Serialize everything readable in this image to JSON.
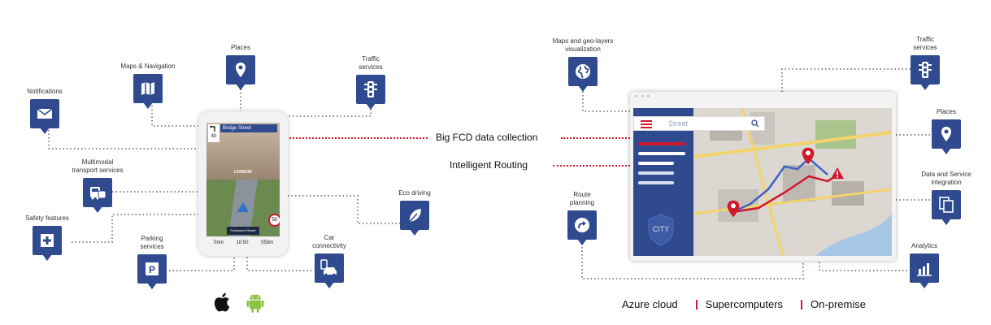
{
  "left_nodes": {
    "notifications": "Notifications",
    "maps_navigation": "Maps & Navigation",
    "places": "Places",
    "traffic": "Traffic\nservices",
    "multimodal": "Multimodal\ntransport services",
    "safety": "Safety features",
    "parking": "Parking\nservices",
    "car": "Car\nconnectivity",
    "eco": "Eco driving"
  },
  "phone": {
    "street": "Bridge Street",
    "turn_distance": "40",
    "city_label": "LONDON",
    "speed_limit": "50",
    "pill_text": "Parliament Street London",
    "mode": "7min",
    "time": "10:50",
    "distance": "550m"
  },
  "middle": {
    "fcd": "Big FCD data   collection",
    "routing": "Intelligent   Routing"
  },
  "right_nodes": {
    "maps_geo": "Maps and geo-layers\nvisualization",
    "traffic": "Traffic\nservices",
    "places": "Places",
    "data_integration": "Data and Service\nintegration",
    "route_planning": "Route\nplanning",
    "analytics": "Analytics"
  },
  "window": {
    "search_placeholder": "Street",
    "city_badge": "CITY"
  },
  "footer": {
    "azure": "Azure cloud",
    "super": "Supercomputers",
    "onprem": "On-premise"
  },
  "colors": {
    "brand_blue": "#2f4a8f",
    "accent_red": "#d0182e",
    "android_green": "#8bc34a"
  },
  "icons": [
    "envelope-icon",
    "map-icon",
    "location-pin-icon",
    "traffic-light-icon",
    "bus-icon",
    "first-aid-icon",
    "parking-icon",
    "car-connect-icon",
    "leaf-icon",
    "globe-icon",
    "route-arrow-icon",
    "copy-icon",
    "bar-chart-icon",
    "apple-icon",
    "android-icon"
  ]
}
